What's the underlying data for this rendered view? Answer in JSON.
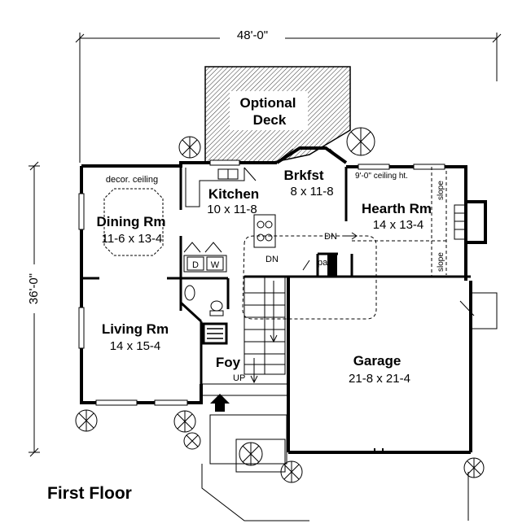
{
  "plan": {
    "title": "First Floor",
    "dimensions": {
      "width": "48'-0\"",
      "depth": "36'-0\""
    },
    "rooms": [
      {
        "id": "deck",
        "name_line1": "Optional",
        "name_line2": "Deck"
      },
      {
        "id": "brkfst",
        "name": "Brkfst",
        "size": "8 x 11-8"
      },
      {
        "id": "kitchen",
        "name": "Kitchen",
        "size": "10 x 11-8"
      },
      {
        "id": "dining",
        "name": "Dining Rm",
        "size": "11-6 x 13-4",
        "note": "decor. ceiling"
      },
      {
        "id": "hearth",
        "name": "Hearth Rm",
        "size": "14 x 13-4",
        "note": "9'-0\" ceiling ht."
      },
      {
        "id": "living",
        "name": "Living Rm",
        "size": "14 x 15-4"
      },
      {
        "id": "foyer",
        "name": "Foy"
      },
      {
        "id": "garage",
        "name": "Garage",
        "size": "21-8 x 21-4"
      }
    ],
    "small_labels": {
      "washer": "W",
      "dryer": "D",
      "pantry": "pan",
      "down_1": "DN",
      "down_2": "DN",
      "up": "UP",
      "slope_1": "slope",
      "slope_2": "slope"
    },
    "colors": {
      "ink": "#000000",
      "paper": "#ffffff"
    }
  }
}
